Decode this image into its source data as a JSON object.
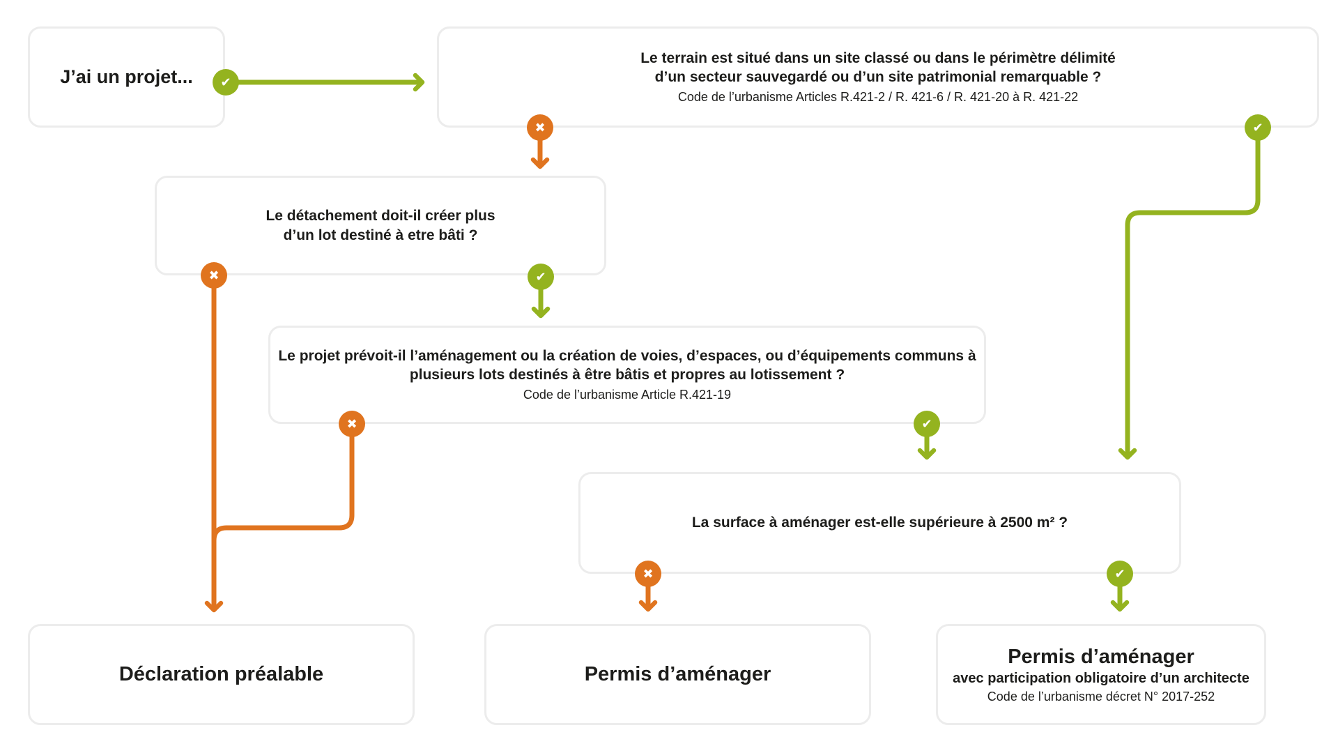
{
  "palette": {
    "green": "#94b31f",
    "orange": "#e0741f",
    "box_border": "#ececec",
    "text": "#1d1d1b",
    "background": "#ffffff"
  },
  "glyphs": {
    "yes": "✔",
    "no": "✖"
  },
  "nodes": {
    "start": {
      "title": "J’ai un projet..."
    },
    "site": {
      "q1": "Le terrain est situé dans un site classé ou dans le périmètre délimité",
      "q2": "d’un secteur sauvegardé ou d’un site patrimonial remarquable ?",
      "code": "Code de l’urbanisme Articles R.421-2 / R. 421-6 / R. 421-20 à R. 421-22"
    },
    "detachement": {
      "q1": "Le détachement doit-il créer plus",
      "q2": "d’un lot destiné à etre bâti ?"
    },
    "amenagement": {
      "q1": "Le projet prévoit-il l’aménagement ou la création de voies, d’espaces, ou d’équipements communs à",
      "q2": "plusieurs lots destinés à être bâtis et propres au lotissement ?",
      "code": "Code de l’urbanisme Article R.421-19"
    },
    "surface": {
      "q1": "La surface à aménager est-elle supérieure à 2500 m² ?"
    },
    "declaration": {
      "title": "Déclaration préalable"
    },
    "permis": {
      "title": "Permis d’aménager"
    },
    "permis_archi": {
      "title": "Permis d’aménager",
      "sub": "avec participation obligatoire d’un architecte",
      "code": "Code de l’urbanisme décret N° 2017-252"
    }
  }
}
